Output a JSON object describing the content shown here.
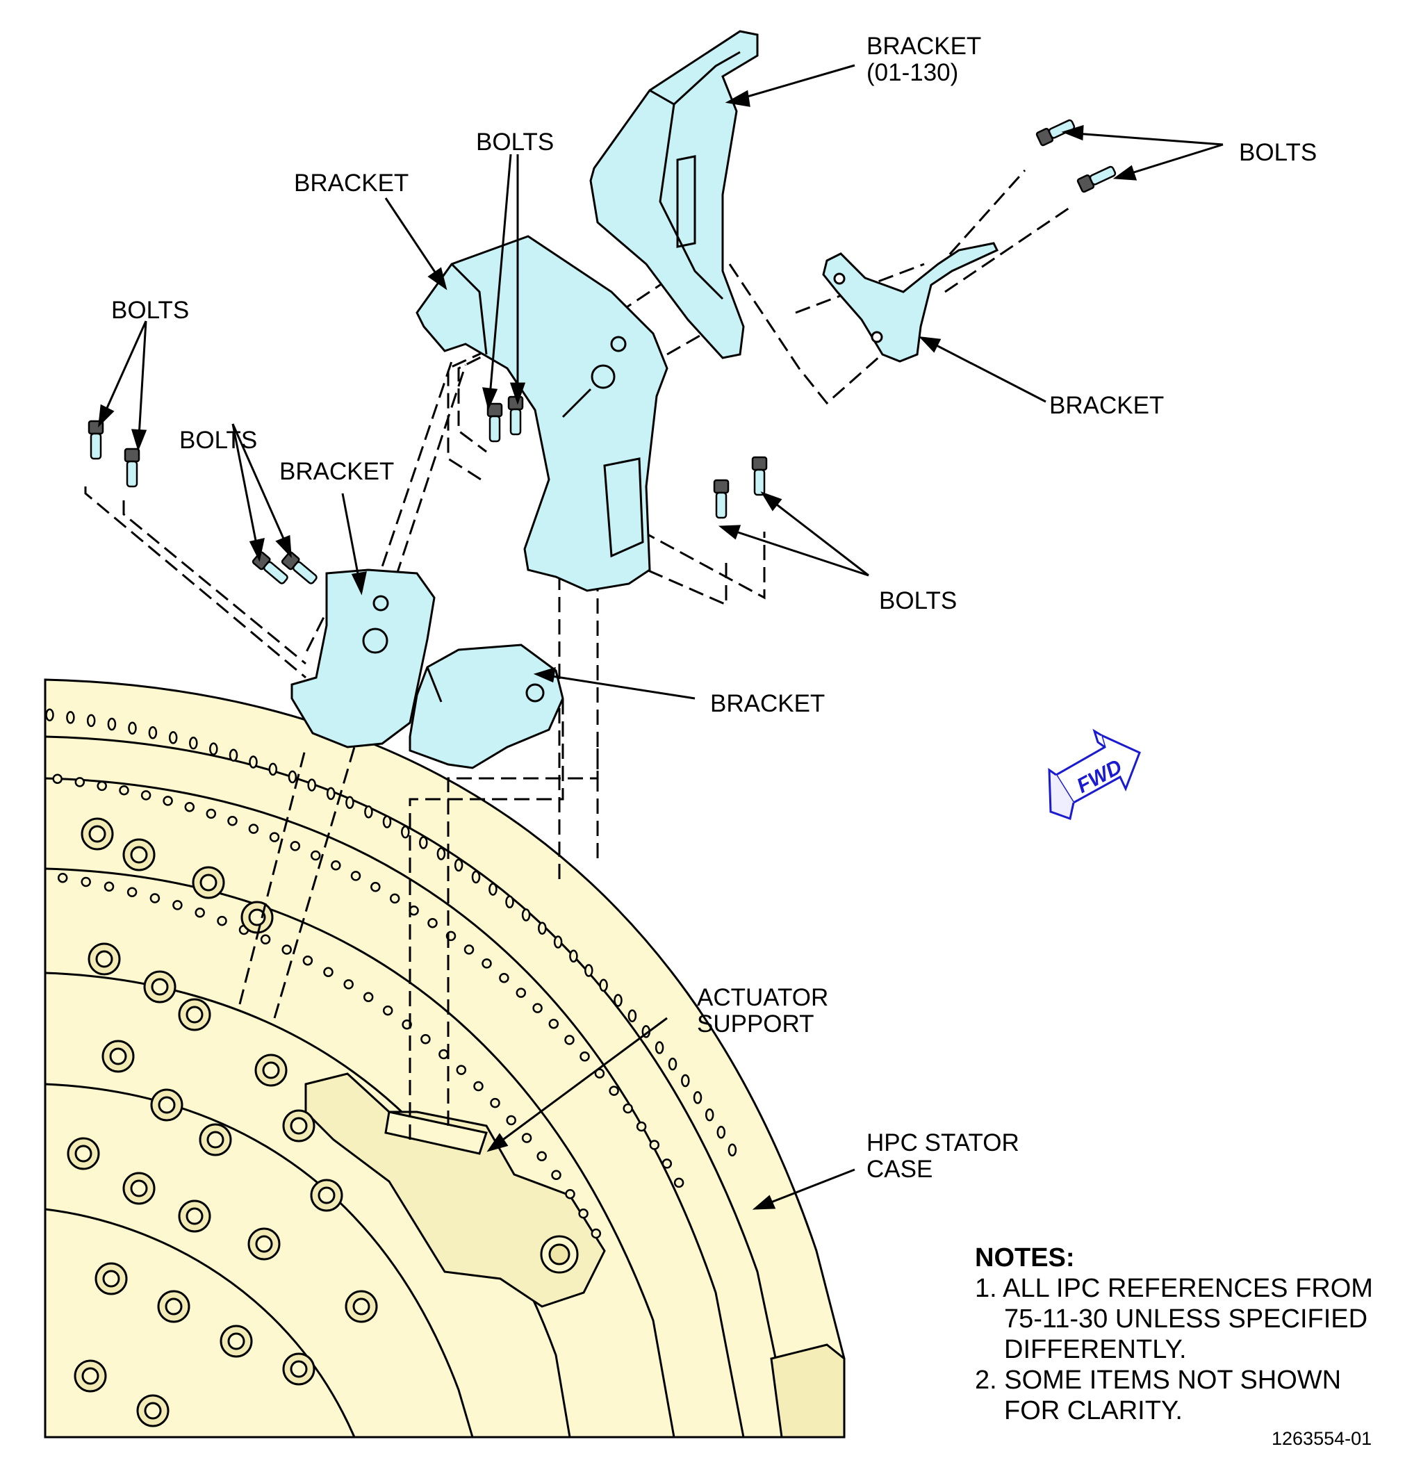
{
  "labels": {
    "bracket_01_130": "BRACKET\n(01-130)",
    "bolts_top_center": "BOLTS",
    "bracket_top_center": "BRACKET",
    "bolts_top_right": "BOLTS",
    "bracket_right": "BRACKET",
    "bolts_left": "BOLTS",
    "bolts_left_mid": "BOLTS",
    "bracket_left_mid": "BRACKET",
    "bolts_right_mid": "BOLTS",
    "bracket_lower": "BRACKET",
    "actuator_support": "ACTUATOR\nSUPPORT",
    "hpc_stator_case": "HPC STATOR\nCASE",
    "fwd": "FWD"
  },
  "notes": {
    "title": "NOTES:",
    "items": [
      "1. ALL IPC REFERENCES FROM 75-11-30 UNLESS SPECIFIED DIFFERENTLY.",
      "2. SOME ITEMS NOT SHOWN FOR CLARITY."
    ]
  },
  "figure_number": "1263554-01",
  "colors": {
    "bracket_fill": "#c8f2f6",
    "case_fill": "#fdf8cf",
    "line": "#000000",
    "fwd_arrow": "#1a1ad0"
  }
}
